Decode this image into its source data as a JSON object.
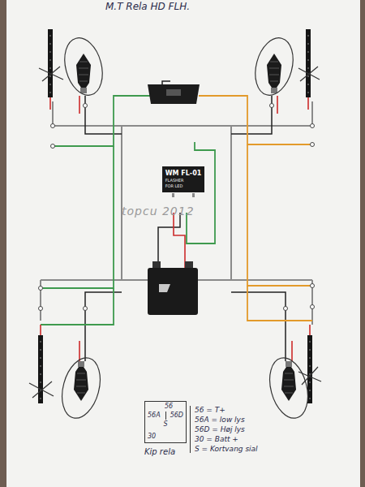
{
  "diagram": {
    "title": "M.T Rela HD FLH.",
    "nodes": [
      {
        "text": [
          "WM FL-01",
          "FLASHER FOR LED"
        ]
      },
      {
        "text": [
          "Kip rela",
          "56",
          "56A",
          "56D",
          "S",
          "30"
        ]
      }
    ],
    "labels": [
      "topcu 2012",
      "56 = T+",
      "56A = low lys",
      "56D = Høj lys",
      "30 = Batt +",
      "S = Kortvang sial"
    ]
  }
}
